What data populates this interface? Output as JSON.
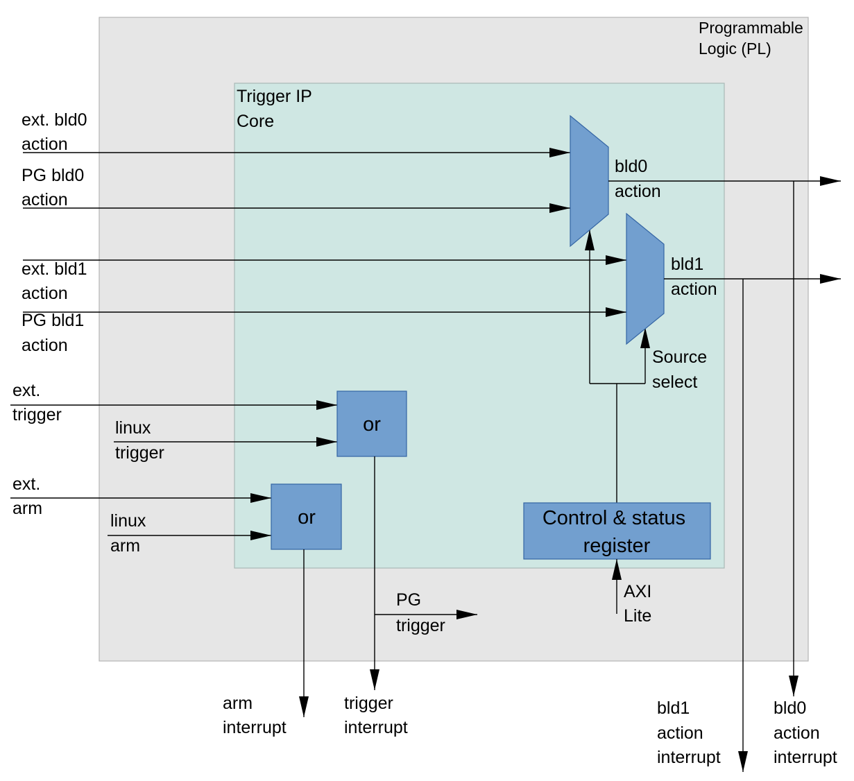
{
  "colors": {
    "pl_fill": "#e6e6e6",
    "pl_stroke": "#b3b3b3",
    "core_fill": "#cfe7e3",
    "core_stroke": "#a9b9b6",
    "block_fill": "#729fcf",
    "block_stroke": "#3465a4",
    "wire": "#000000"
  },
  "pl": {
    "label_line1": "Programmable",
    "label_line2": "Logic (PL)"
  },
  "core": {
    "label_line1": "Trigger IP",
    "label_line2": "Core"
  },
  "inputs": {
    "ext_bld0": [
      "ext. bld0",
      "action"
    ],
    "pg_bld0": [
      "PG bld0",
      "action"
    ],
    "ext_bld1": [
      "ext. bld1",
      "action"
    ],
    "pg_bld1": [
      "PG bld1",
      "action"
    ],
    "ext_trigger": [
      "ext.",
      "trigger"
    ],
    "linux_trigger": [
      "linux",
      "trigger"
    ],
    "ext_arm": [
      "ext.",
      "arm"
    ],
    "linux_arm": [
      "linux",
      "arm"
    ]
  },
  "mux": {
    "bld0_out": [
      "bld0",
      "action"
    ],
    "bld1_out": [
      "bld1",
      "action"
    ],
    "source_select": [
      "Source",
      "select"
    ]
  },
  "gates": {
    "trigger_or": "or",
    "arm_or": "or"
  },
  "csr": {
    "line1": "Control & status",
    "line2": "register"
  },
  "axi": [
    "AXI",
    "Lite"
  ],
  "pg_trigger": [
    "PG",
    "trigger"
  ],
  "outputs": {
    "arm_interrupt": [
      "arm",
      "interrupt"
    ],
    "trigger_interrupt": [
      "trigger",
      "interrupt"
    ],
    "bld1_interrupt": [
      "bld1",
      "action",
      "interrupt"
    ],
    "bld0_interrupt": [
      "bld0",
      "action",
      "interrupt"
    ]
  }
}
